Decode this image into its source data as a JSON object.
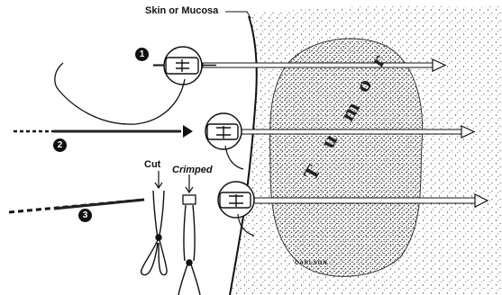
{
  "labels": {
    "skin": "Skin or Mucosa",
    "cut": "Cut",
    "crimped": "Crimped",
    "signature": "CARLSON"
  },
  "steps": [
    "1",
    "2",
    "3"
  ],
  "tumor_letters": [
    "T",
    "u",
    "m",
    "o",
    "r"
  ],
  "colors": {
    "ink": "#111111",
    "stipple": "#4a4a4a",
    "paper": "#ffffff"
  }
}
